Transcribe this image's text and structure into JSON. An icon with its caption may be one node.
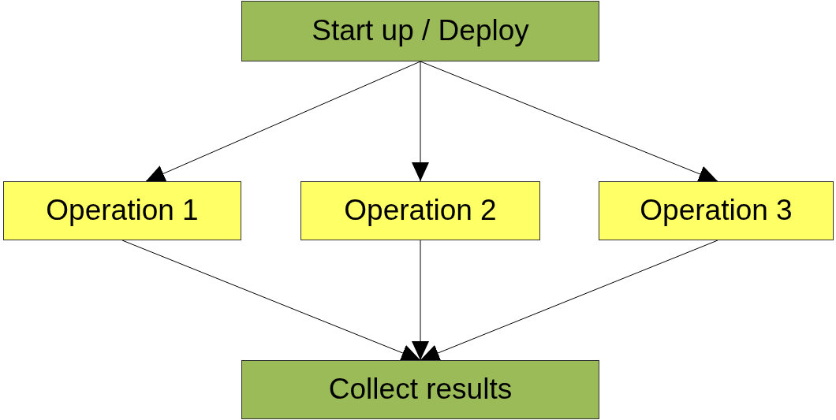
{
  "diagram": {
    "nodes": [
      {
        "text": [
          "Start up / Deploy"
        ]
      },
      {
        "text": [
          "Operation 1"
        ]
      },
      {
        "text": [
          "Operation 2"
        ]
      },
      {
        "text": [
          "Operation 3"
        ]
      },
      {
        "text": [
          "Collect results"
        ]
      }
    ],
    "edges": [
      {
        "from": 0,
        "to": 1,
        "arrow": "to"
      },
      {
        "from": 0,
        "to": 2,
        "arrow": "to"
      },
      {
        "from": 0,
        "to": 3,
        "arrow": "to"
      },
      {
        "from": 1,
        "to": 4,
        "arrow": "to"
      },
      {
        "from": 2,
        "to": 4,
        "arrow": "to"
      },
      {
        "from": 3,
        "to": 4,
        "arrow": "to"
      }
    ]
  }
}
